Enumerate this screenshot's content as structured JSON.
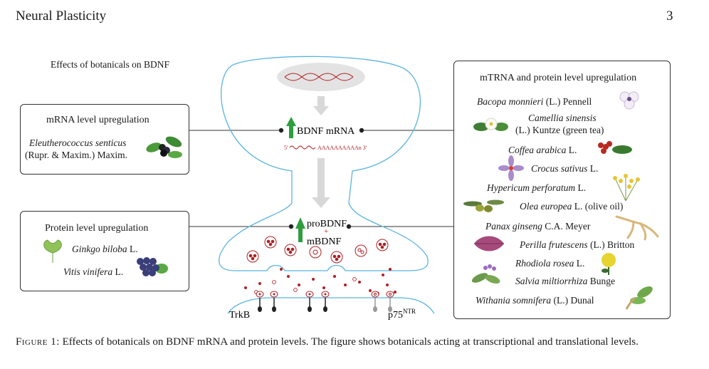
{
  "header": {
    "journal": "Neural Plasticity",
    "page_number": "3"
  },
  "figure": {
    "title": "Effects of botanicals on BDNF",
    "cell": {
      "bdnf_mrna_label": "BDNF mRNA",
      "mrna_strand_label": "5'",
      "poly_a_tail": "AAAAAAAAAAn 3'",
      "probdnf_label": "proBDNF",
      "plus": "+",
      "mbdnf_label": "mBDNF",
      "trkb_label": "TrkB",
      "p75_label": "p75",
      "p75_superscript": "NTR"
    },
    "mrna_box": {
      "title": "mRNA level upregulation",
      "botanicals": [
        {
          "name": "Eleutherococcus senticus",
          "author": "(Rupr. & Maxim.) Maxim."
        }
      ]
    },
    "protein_box": {
      "title": "Protein level upregulation",
      "botanicals": [
        {
          "name": "Ginkgo biloba",
          "author": "L."
        },
        {
          "name": "Vitis vinifera",
          "author": "L."
        }
      ]
    },
    "both_box": {
      "title": "mTRNA and protein level upregulation",
      "botanicals": [
        {
          "name": "Bacopa monnieri",
          "author": "(L.) Pennell"
        },
        {
          "name": "Camellia sinensis",
          "author": "(L.) Kuntze (green tea)"
        },
        {
          "name": "Coffea arabica",
          "author": "L."
        },
        {
          "name": "Crocus sativus",
          "author": "L."
        },
        {
          "name": "Hypericum perforatum",
          "author": "L."
        },
        {
          "name": "Olea europea",
          "author": "L. (olive oil)"
        },
        {
          "name": "Panax ginseng",
          "author": "C.A. Meyer"
        },
        {
          "name": "Perilla frutescens",
          "author": "(L.) Britton"
        },
        {
          "name": "Rhodiola rosea",
          "author": "L."
        },
        {
          "name": "Salvia miltiorrhiza",
          "author": "Bunge"
        },
        {
          "name": "Withania somnifera",
          "author": " (L.) Dunal"
        }
      ]
    }
  },
  "caption": {
    "label": "Figure 1:",
    "text": "Effects of botanicals on BDNF mRNA and protein levels. The figure shows botanicals acting at transcriptional and translational levels."
  },
  "colors": {
    "membrane": "#5ab4e0",
    "arrow_green": "#2e9e3e",
    "bdnf_red": "#b01e23",
    "nucleus_gray": "#e3e3e3"
  },
  "icons": [
    "botanical-illustration-icon",
    "dna-helix-icon",
    "receptor-icon",
    "vesicle-icon"
  ]
}
